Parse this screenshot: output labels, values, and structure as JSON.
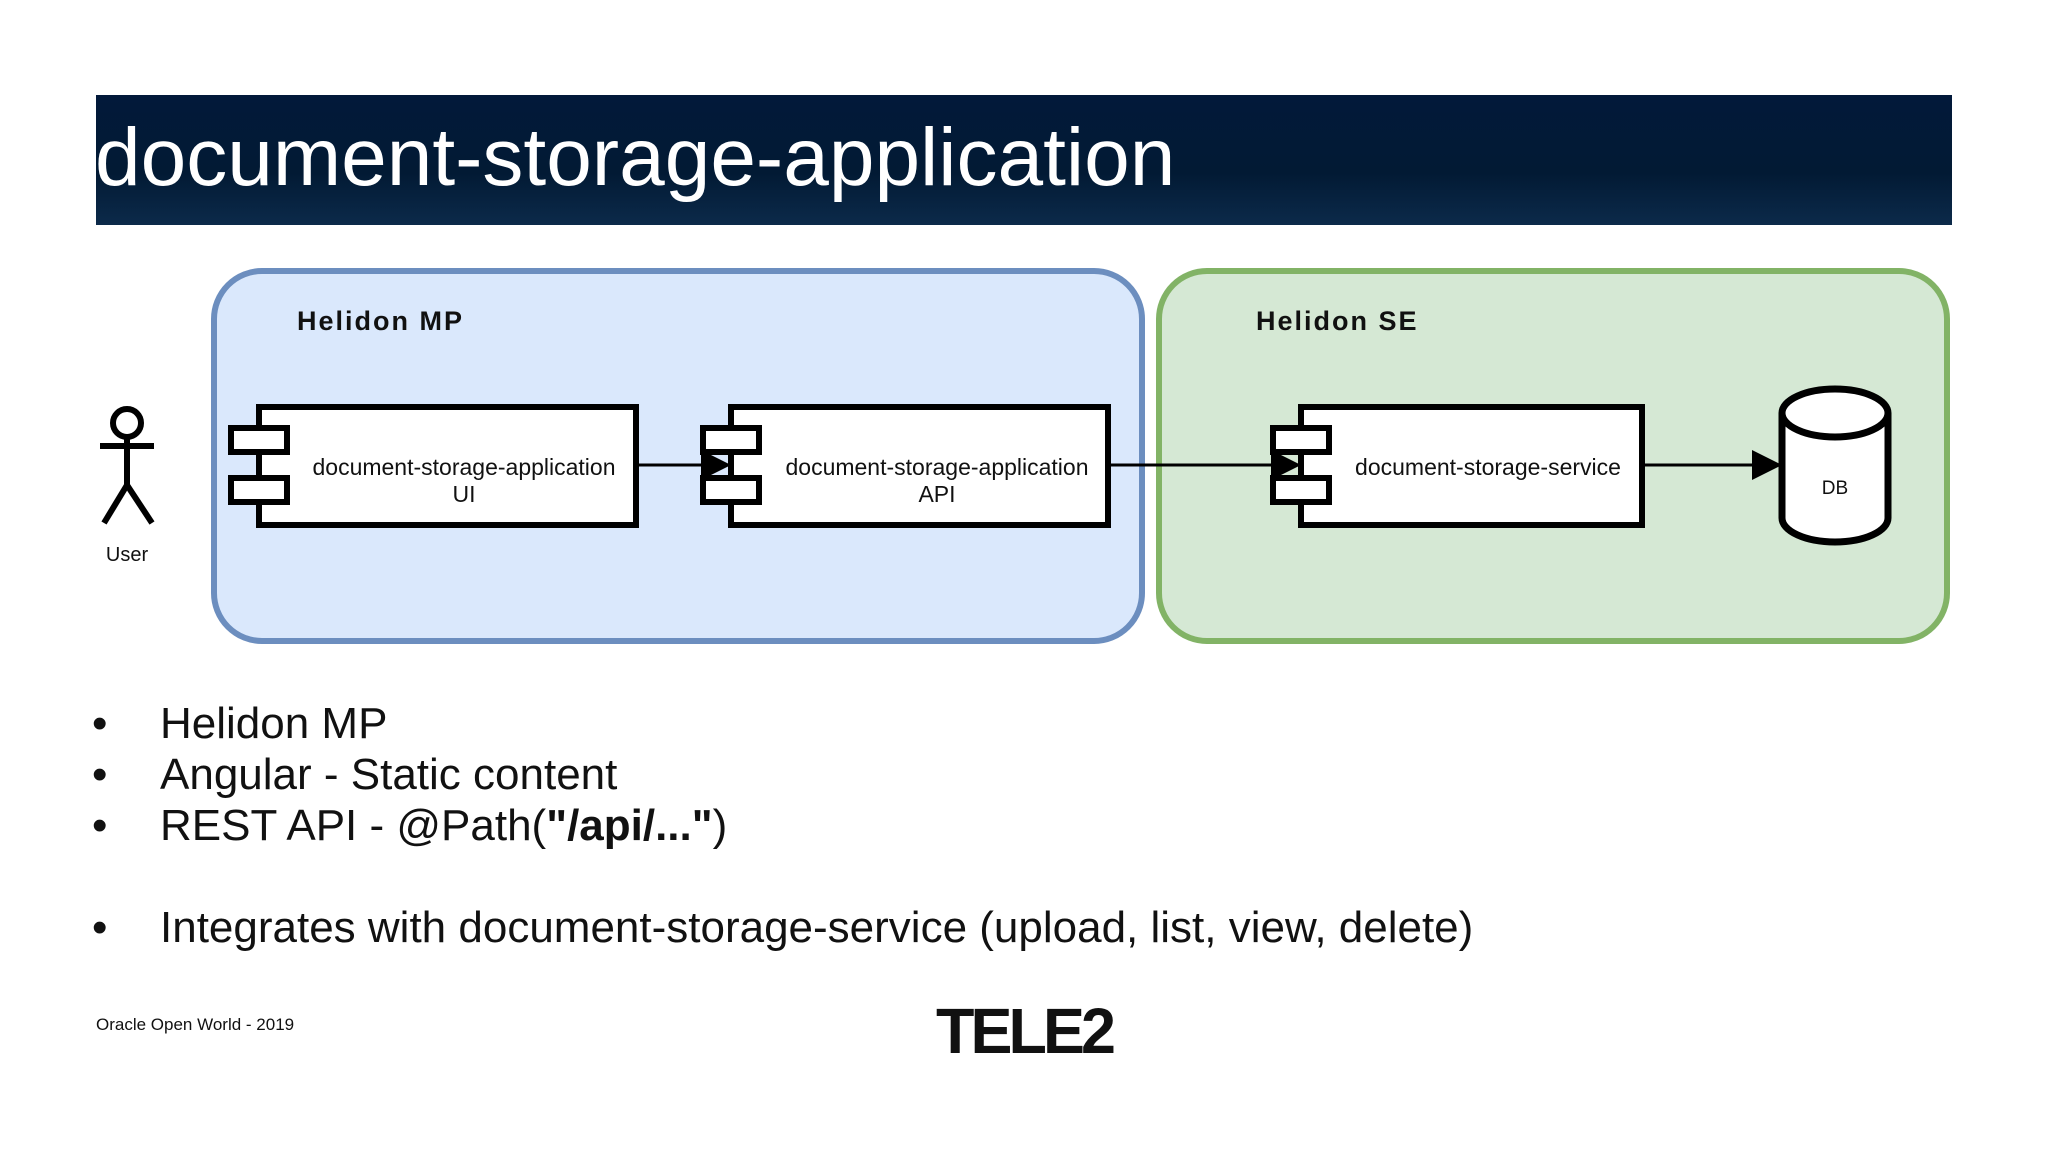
{
  "slide": {
    "title": "document-storage-application"
  },
  "diagram": {
    "actor": {
      "label": "User",
      "icon": "stick-figure-icon"
    },
    "groups": [
      {
        "label": "Helidon MP",
        "fill": "#dae8fc",
        "stroke": "#6c8ebf"
      },
      {
        "label": "Helidon SE",
        "fill": "#d5e8d4",
        "stroke": "#82b366"
      }
    ],
    "components": [
      {
        "line1": "document-storage-application",
        "line2": "UI"
      },
      {
        "line1": "document-storage-application",
        "line2": "API"
      },
      {
        "line1": "document-storage-service",
        "line2": ""
      }
    ],
    "database": {
      "label": "DB"
    }
  },
  "bullets": {
    "items": [
      {
        "text": "Helidon MP"
      },
      {
        "text": "Angular - Static content"
      },
      {
        "prefix": "REST API - @Path(",
        "bold": "\"/api/...\"",
        "suffix": ")"
      },
      {
        "text": "Integrates with document-storage-service (upload, list, view, delete)"
      }
    ],
    "dot": "•"
  },
  "footer": {
    "text": "Oracle Open World - 2019"
  },
  "logo": {
    "text": "TELE2"
  }
}
